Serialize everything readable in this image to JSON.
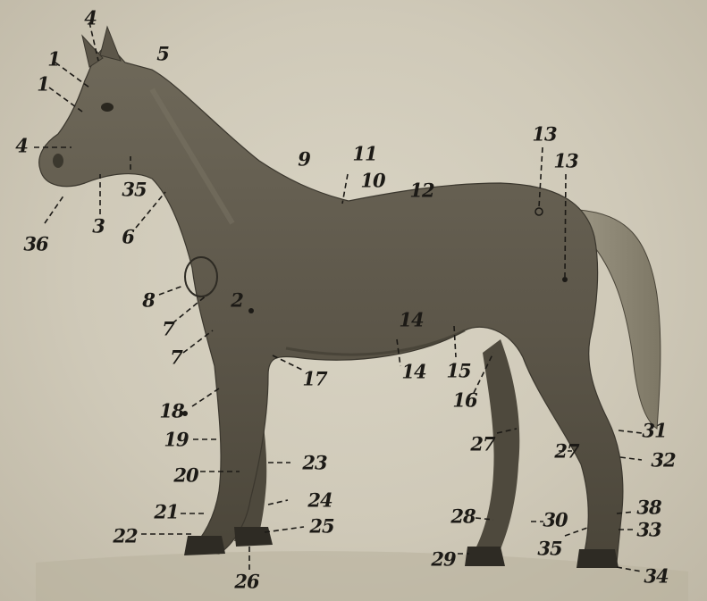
{
  "figure": {
    "labels": [
      {
        "id": "l-4a",
        "text": "4"
      },
      {
        "id": "l-5",
        "text": "5"
      },
      {
        "id": "l-1a",
        "text": "1"
      },
      {
        "id": "l-1b",
        "text": "1"
      },
      {
        "id": "l-4b",
        "text": "4"
      },
      {
        "id": "l-35a",
        "text": "35"
      },
      {
        "id": "l-3",
        "text": "3"
      },
      {
        "id": "l-36",
        "text": "36"
      },
      {
        "id": "l-6",
        "text": "6"
      },
      {
        "id": "l-9",
        "text": "9"
      },
      {
        "id": "l-11",
        "text": "11"
      },
      {
        "id": "l-10",
        "text": "10"
      },
      {
        "id": "l-12",
        "text": "12"
      },
      {
        "id": "l-13a",
        "text": "13"
      },
      {
        "id": "l-13b",
        "text": "13"
      },
      {
        "id": "l-8",
        "text": "8"
      },
      {
        "id": "l-2",
        "text": "2"
      },
      {
        "id": "l-7a",
        "text": "7"
      },
      {
        "id": "l-7b",
        "text": "7"
      },
      {
        "id": "l-14a",
        "text": "14"
      },
      {
        "id": "l-14b",
        "text": "14"
      },
      {
        "id": "l-15",
        "text": "15"
      },
      {
        "id": "l-16",
        "text": "16"
      },
      {
        "id": "l-17",
        "text": "17"
      },
      {
        "id": "l-18",
        "text": "18"
      },
      {
        "id": "l-19",
        "text": "19"
      },
      {
        "id": "l-20",
        "text": "20"
      },
      {
        "id": "l-23",
        "text": "23"
      },
      {
        "id": "l-24",
        "text": "24"
      },
      {
        "id": "l-21",
        "text": "21"
      },
      {
        "id": "l-25",
        "text": "25"
      },
      {
        "id": "l-22",
        "text": "22"
      },
      {
        "id": "l-26",
        "text": "26"
      },
      {
        "id": "l-27a",
        "text": "27"
      },
      {
        "id": "l-27b",
        "text": "27"
      },
      {
        "id": "l-31",
        "text": "31"
      },
      {
        "id": "l-32",
        "text": "32"
      },
      {
        "id": "l-28",
        "text": "28"
      },
      {
        "id": "l-30",
        "text": "30"
      },
      {
        "id": "l-38",
        "text": "38"
      },
      {
        "id": "l-33",
        "text": "33"
      },
      {
        "id": "l-35b",
        "text": "35"
      },
      {
        "id": "l-29",
        "text": "29"
      },
      {
        "id": "l-34",
        "text": "34"
      }
    ]
  }
}
